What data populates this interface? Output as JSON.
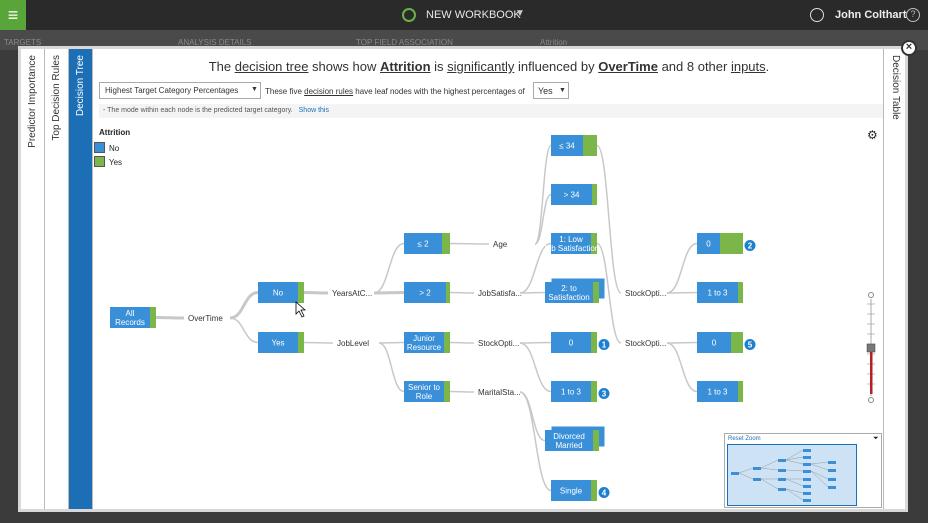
{
  "topbar": {
    "workbook_title": "NEW WORKBOOK",
    "user_name": "John Colthart",
    "help": "?"
  },
  "background_tabs": [
    "TARGETS",
    "ANALYSIS DETAILS",
    "TOP FIELD ASSOCIATION",
    "Attrition"
  ],
  "side_tabs": {
    "predictor_importance": "Predictor Importance",
    "top_decision_rules": "Top Decision Rules",
    "decision_tree": "Decision Tree",
    "decision_table": "Decision Table"
  },
  "headline": {
    "p1": "The ",
    "link1": "decision tree",
    "p2": " shows how ",
    "target": "Attrition",
    "p3": " is ",
    "link2": "significantly",
    "p4": " influenced by ",
    "top_input": "OverTime",
    "p5": " and 8 other ",
    "link3": "inputs",
    "p6": "."
  },
  "controls": {
    "select_value": "Highest Target Category Percentages",
    "text1": "These five ",
    "text_link": "decision rules",
    "text2": " have leaf nodes with the highest percentages of",
    "yes_value": "Yes"
  },
  "note": {
    "text": "- The mode within each node is the predicted target category.",
    "link": "Show this"
  },
  "legend": {
    "title": "Attrition",
    "items": [
      {
        "label": "No",
        "color": "#3a8fd9"
      },
      {
        "label": "Yes",
        "color": "#7ab648"
      }
    ]
  },
  "colors": {
    "no": "#3a8fd9",
    "yes": "#7ab648",
    "edge": "#c8c8c8",
    "badge": "#1d7fd0"
  },
  "tree": {
    "nodes": [
      {
        "id": "all",
        "label": "All Records",
        "yes": 0.12
      },
      {
        "id": "no",
        "label": "No",
        "yes": 0.12
      },
      {
        "id": "yes",
        "label": "Yes",
        "yes": 0.12
      },
      {
        "id": "le2",
        "label": "≤ 2",
        "yes": 0.18
      },
      {
        "id": "gt2",
        "label": "> 2",
        "yes": 0.08
      },
      {
        "id": "junior",
        "label": "Junior Resource",
        "yes": 0.12
      },
      {
        "id": "senior",
        "label": "Senior to Role",
        "yes": 0.12
      },
      {
        "id": "le34",
        "label": "≤ 34",
        "yes": 0.3
      },
      {
        "id": "gt34",
        "label": "> 34",
        "yes": 0.1
      },
      {
        "id": "lowjob",
        "label": "1: Low Job Satisfaction",
        "yes": 0.12
      },
      {
        "id": "jobsat2",
        "label": "2: to Satisfaction",
        "yes": 0.12
      },
      {
        "id": "n0a",
        "label": "0",
        "yes": 0.12,
        "badge": "1"
      },
      {
        "id": "n1to3a",
        "label": "1 to 3",
        "yes": 0.12,
        "badge": "3"
      },
      {
        "id": "divorced",
        "label": "Divorced Married",
        "yes": 0.12
      },
      {
        "id": "single",
        "label": "Single",
        "yes": 0.12,
        "badge": "4"
      },
      {
        "id": "n0b",
        "label": "0",
        "yes": 0.5,
        "badge": "2"
      },
      {
        "id": "n1to3b",
        "label": "1 to 3",
        "yes": 0.1
      },
      {
        "id": "n0c",
        "label": "0",
        "yes": 0.25,
        "badge": "5"
      },
      {
        "id": "n1to3c",
        "label": "1 to 3",
        "yes": 0.1
      }
    ],
    "split_labels": [
      {
        "id": "overtime",
        "label": "OverTime"
      },
      {
        "id": "yearsat",
        "label": "YearsAtC..."
      },
      {
        "id": "joblevel",
        "label": "JobLevel"
      },
      {
        "id": "age",
        "label": "Age"
      },
      {
        "id": "jobsatisfa",
        "label": "JobSatisfa..."
      },
      {
        "id": "stockopti1",
        "label": "StockOpti..."
      },
      {
        "id": "maritalsta",
        "label": "MaritalSta..."
      },
      {
        "id": "stockopti2",
        "label": "StockOpti..."
      },
      {
        "id": "stockopti3",
        "label": "StockOpti..."
      }
    ]
  },
  "minimap": {
    "label": "Reset Zoom"
  }
}
